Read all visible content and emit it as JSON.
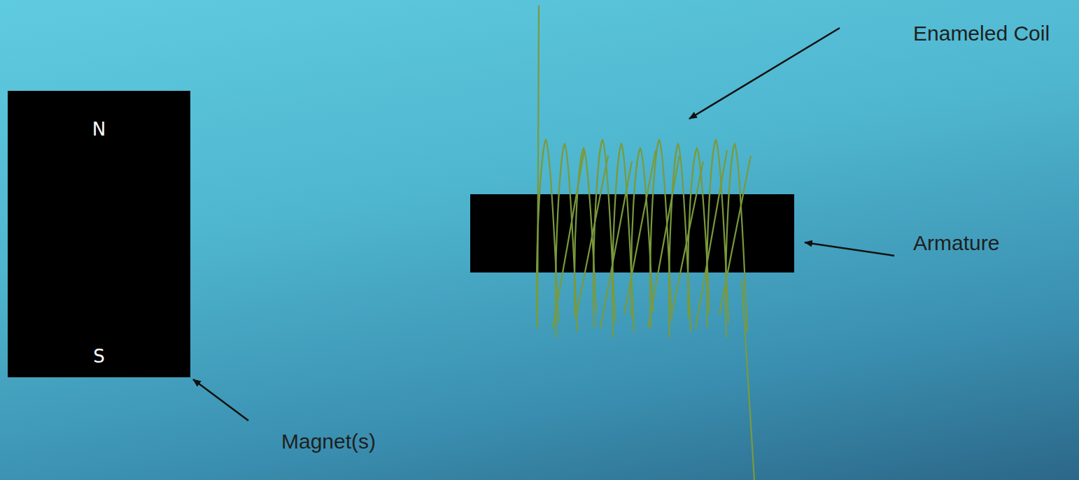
{
  "diagram": {
    "nodes": [
      {
        "text": [
          "N",
          "S"
        ]
      }
    ],
    "labels": [
      "Enameled Coil",
      "Armature",
      "Magnet(s)"
    ]
  }
}
